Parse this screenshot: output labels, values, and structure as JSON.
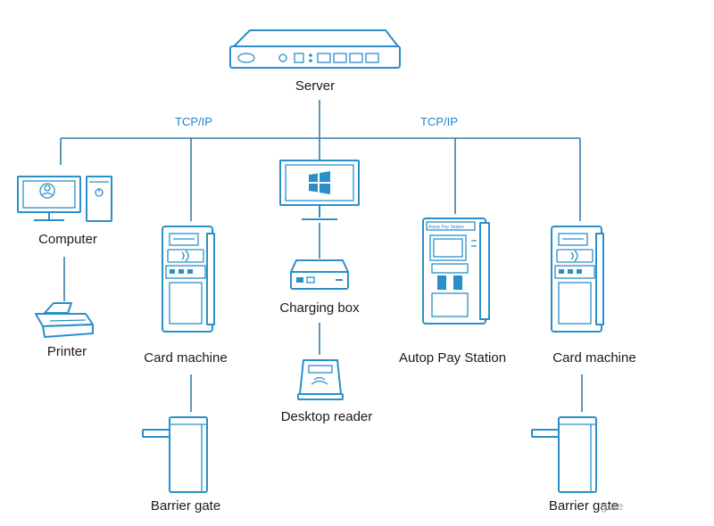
{
  "protocols": {
    "left": "TCP/IP",
    "right": "TCP/IP"
  },
  "nodes": {
    "server": "Server",
    "computer": "Computer",
    "printer": "Printer",
    "card_machine_left": "Card machine",
    "barrier_gate_left": "Barrier gate",
    "charging_box": "Charging box",
    "desktop_reader": "Desktop reader",
    "pay_station": "Autop Pay Station",
    "pay_station_screen_text": "Autop Pay Station",
    "card_machine_right": "Card machine",
    "barrier_gate_right": "Barrier gate"
  },
  "watermark": "gate",
  "colors": {
    "device_stroke": "#2a8fc8",
    "connector": "#3a7ca5",
    "protocol_text": "#1f86c8",
    "label_text": "#1a1a1a"
  }
}
